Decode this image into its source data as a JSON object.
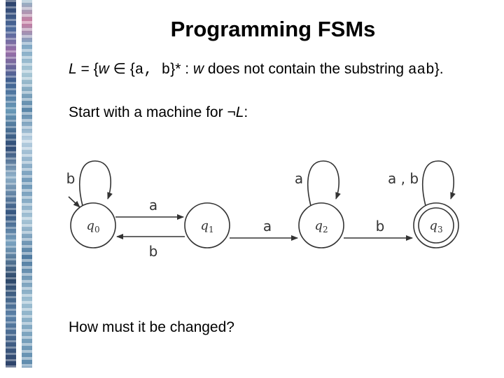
{
  "slide": {
    "title": "Programming FSMs",
    "definition": {
      "L": "L",
      "eq_open": " = {",
      "w": "w",
      "in": " ∈ {",
      "alphabet": "a, b",
      "star_colon": "}* : ",
      "w2": "w",
      "text": " does not contain the substring ",
      "substring": "aab",
      "close": "}."
    },
    "start_text": "Start with a machine for ",
    "not_symbol": "¬",
    "start_L": "L",
    "start_colon": ":",
    "question": "How must it be changed?"
  },
  "fsm": {
    "states": [
      {
        "base": "q",
        "index": "0"
      },
      {
        "base": "q",
        "index": "1"
      },
      {
        "base": "q",
        "index": "2"
      },
      {
        "base": "q",
        "index": "3"
      }
    ],
    "start_state": "q0",
    "accepting_state": "q3",
    "transitions": [
      {
        "from": "q0",
        "to": "q0",
        "label": "b"
      },
      {
        "from": "q0",
        "to": "q1",
        "label": "a"
      },
      {
        "from": "q1",
        "to": "q0",
        "label": "b"
      },
      {
        "from": "q1",
        "to": "q2",
        "label": "a"
      },
      {
        "from": "q2",
        "to": "q2",
        "label": "a"
      },
      {
        "from": "q2",
        "to": "q3",
        "label": "b"
      },
      {
        "from": "q3",
        "to": "q3",
        "label": "a , b"
      }
    ]
  }
}
